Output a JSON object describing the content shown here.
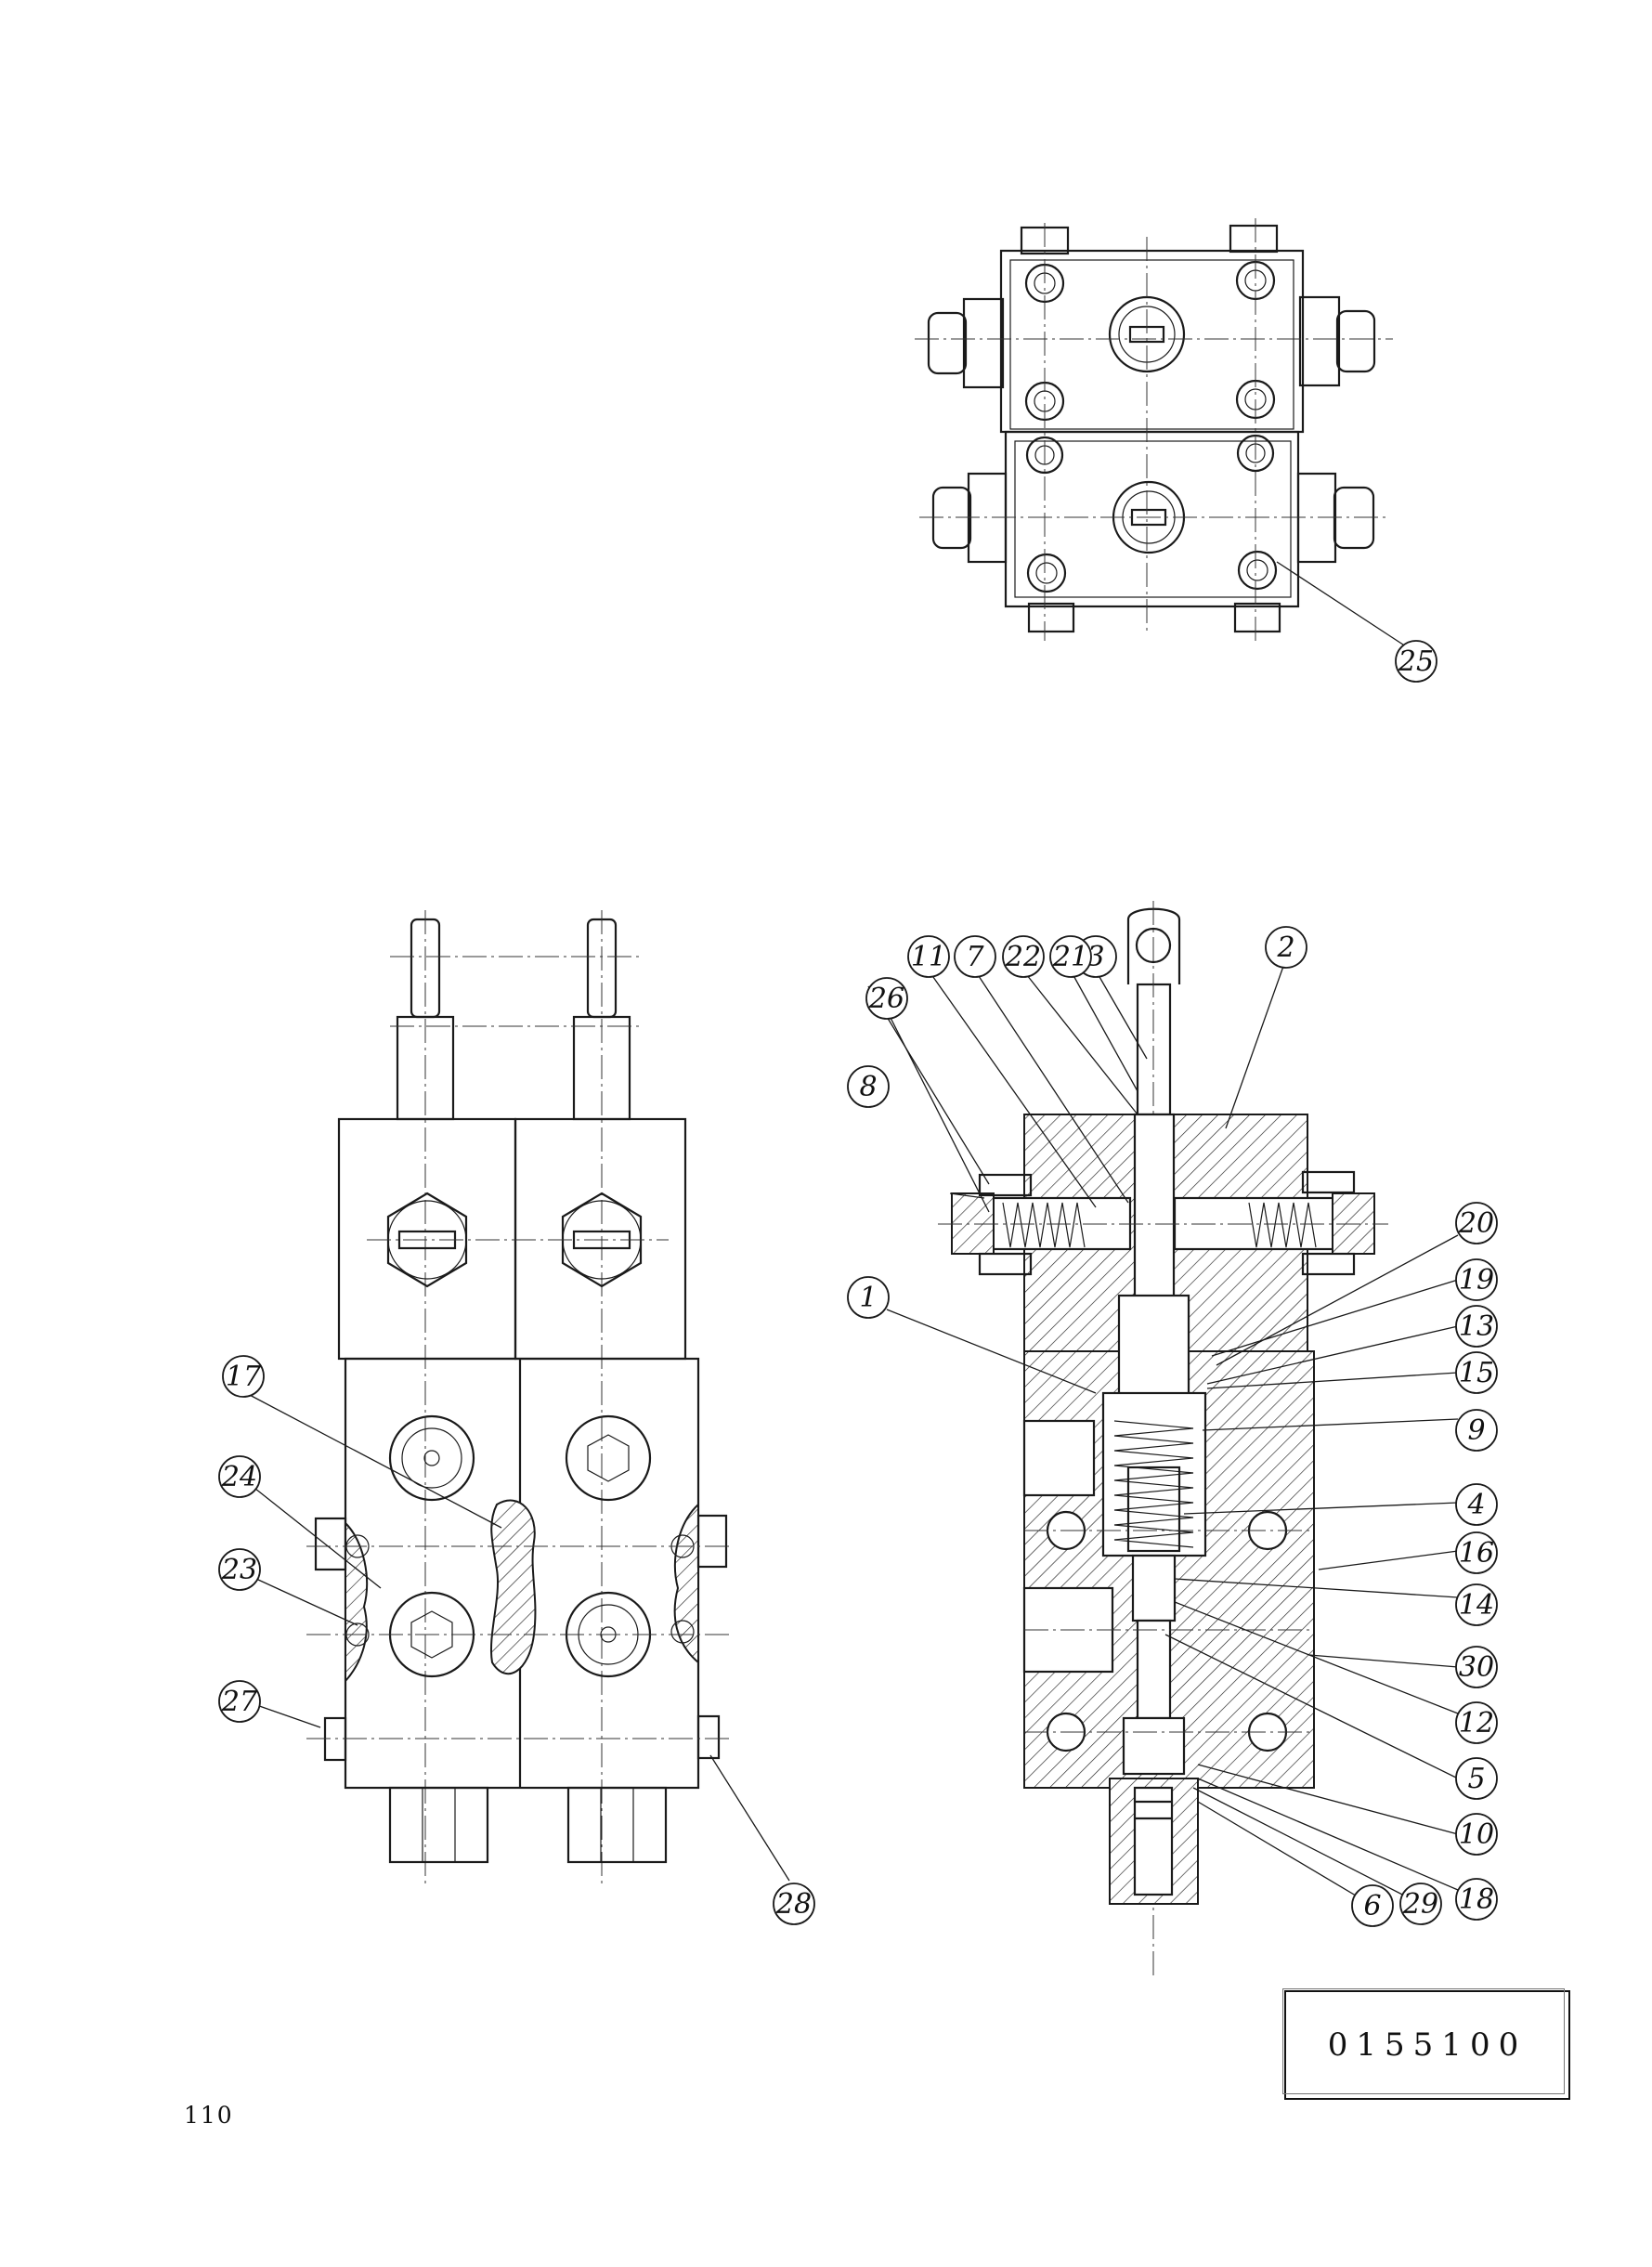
{
  "page": {
    "number": "110",
    "part_number": "0155100"
  },
  "callouts": {
    "c1": "1",
    "c2": "2",
    "c3": "3",
    "c4": "4",
    "c5": "5",
    "c6": "6",
    "c7": "7",
    "c8": "8",
    "c9": "9",
    "c10": "10",
    "c11": "11",
    "c12": "12",
    "c13": "13",
    "c14": "14",
    "c15": "15",
    "c16": "16",
    "c17": "17",
    "c18": "18",
    "c19": "19",
    "c20": "20",
    "c21": "21",
    "c22": "22",
    "c23": "23",
    "c24": "24",
    "c25": "25",
    "c26": "26",
    "c27": "27",
    "c28": "28",
    "c29": "29",
    "c30": "30"
  }
}
